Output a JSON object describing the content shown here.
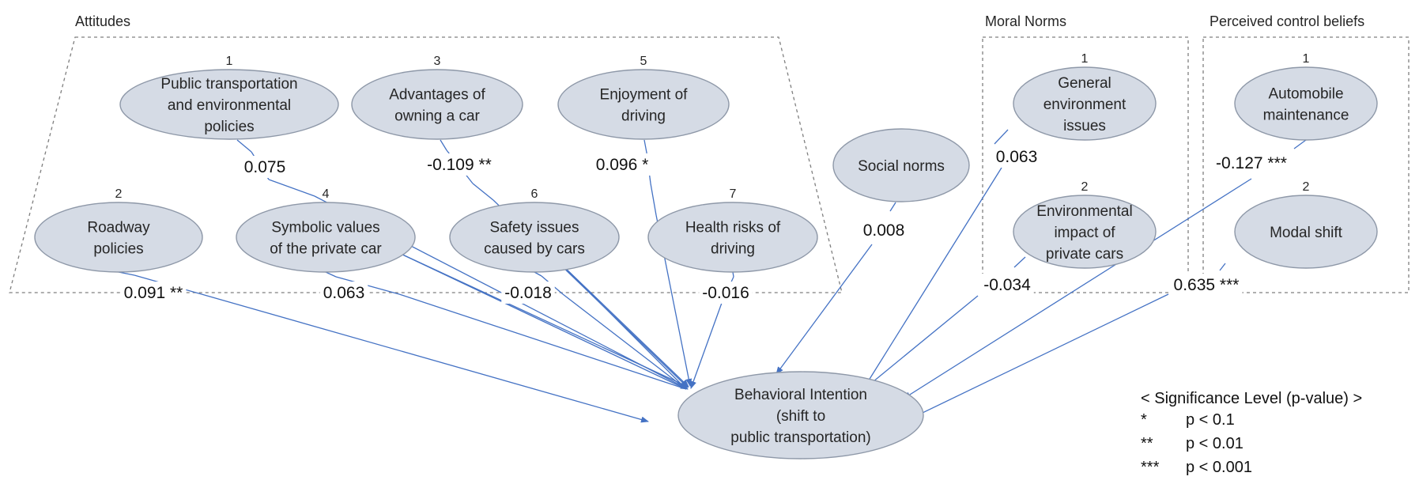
{
  "groups": {
    "attitudes": "Attitudes",
    "moral_norms": "Moral Norms",
    "perceived_control": "Perceived control beliefs"
  },
  "attitudes": [
    {
      "num": "1",
      "lines": [
        "Public transportation",
        "and environmental",
        "policies"
      ],
      "coef": "0.075"
    },
    {
      "num": "2",
      "lines": [
        "Roadway",
        "policies"
      ],
      "coef": "0.091 **"
    },
    {
      "num": "3",
      "lines": [
        "Advantages of",
        "owning a car"
      ],
      "coef": "-0.109 **"
    },
    {
      "num": "4",
      "lines": [
        "Symbolic values",
        "of the private car"
      ],
      "coef": "0.063"
    },
    {
      "num": "5",
      "lines": [
        "Enjoyment of",
        "driving"
      ],
      "coef": "0.096 *"
    },
    {
      "num": "6",
      "lines": [
        "Safety issues",
        "caused by cars"
      ],
      "coef": "-0.018"
    },
    {
      "num": "7",
      "lines": [
        "Health risks of",
        "driving"
      ],
      "coef": "-0.016"
    }
  ],
  "social_norms": {
    "lines": [
      "Social norms"
    ],
    "coef": "0.008"
  },
  "moral_norms": [
    {
      "num": "1",
      "lines": [
        "General",
        "environment",
        "issues"
      ],
      "coef": "0.063"
    },
    {
      "num": "2",
      "lines": [
        "Environmental",
        "impact of",
        "private cars"
      ],
      "coef": "-0.034"
    }
  ],
  "perceived_control": [
    {
      "num": "1",
      "lines": [
        "Automobile",
        "maintenance"
      ],
      "coef": "-0.127 ***"
    },
    {
      "num": "2",
      "lines": [
        "Modal shift"
      ],
      "coef": "0.635 ***"
    }
  ],
  "target": {
    "lines": [
      "Behavioral Intention",
      "(shift to",
      "public transportation)"
    ]
  },
  "legend": {
    "title": "< Significance Level (p-value) >",
    "rows": [
      {
        "sym": "*",
        "text": "p < 0.1"
      },
      {
        "sym": "**",
        "text": "p < 0.01"
      },
      {
        "sym": "***",
        "text": "p < 0.001"
      }
    ]
  },
  "colors": {
    "ellipse_fill": "#d5dbe5",
    "arrow": "#4472c4",
    "box": "#7f7f7f"
  }
}
